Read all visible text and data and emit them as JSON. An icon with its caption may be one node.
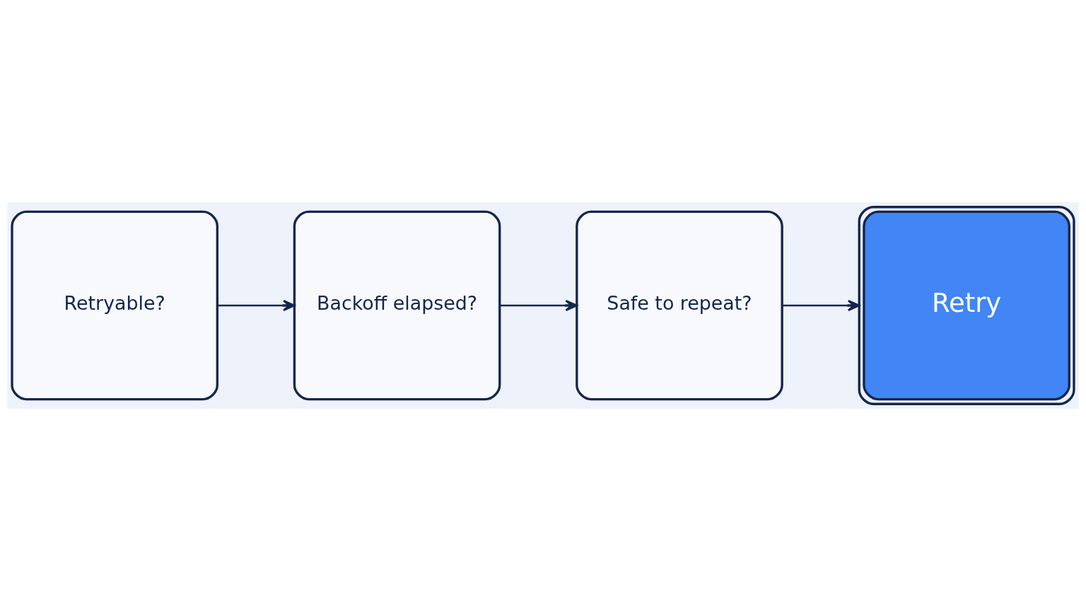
{
  "diagram": {
    "nodes": [
      {
        "text": [
          "Retryable?"
        ]
      },
      {
        "text": [
          "Backoff elapsed?"
        ]
      },
      {
        "text": [
          "Safe to repeat?"
        ]
      },
      {
        "text": [
          "Retry"
        ]
      }
    ],
    "edges": [
      {
        "from": 0,
        "to": 1,
        "arrow": "to"
      },
      {
        "from": 1,
        "to": 2,
        "arrow": "to"
      },
      {
        "from": 2,
        "to": 3,
        "arrow": "to"
      }
    ]
  }
}
